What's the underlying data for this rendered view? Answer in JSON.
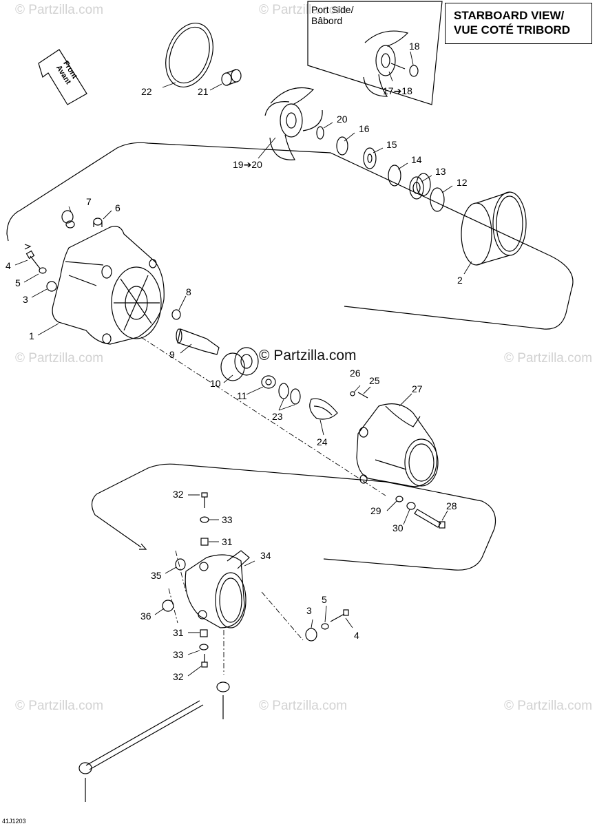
{
  "title": {
    "line1": "STARBOARD VIEW/",
    "line2": "VUE COTÉ TRIBORD"
  },
  "inset": {
    "line1": "Port Side/",
    "line2": "Bâbord"
  },
  "front_arrow": {
    "line1": "Front",
    "line2": "Avant"
  },
  "watermark_small": "© Partzilla.com",
  "watermark_center": "© Partzilla.com",
  "diagram_code": "41J1203",
  "callouts": [
    "1",
    "2",
    "3",
    "4",
    "5",
    "6",
    "7",
    "8",
    "9",
    "10",
    "11",
    "12",
    "13",
    "14",
    "15",
    "16",
    "17→18",
    "18",
    "19→20",
    "20",
    "21",
    "22",
    "23",
    "24",
    "25",
    "26",
    "27",
    "28",
    "29",
    "30",
    "31",
    "31",
    "32",
    "32",
    "33",
    "33",
    "34",
    "35",
    "36",
    "3",
    "4",
    "5"
  ]
}
